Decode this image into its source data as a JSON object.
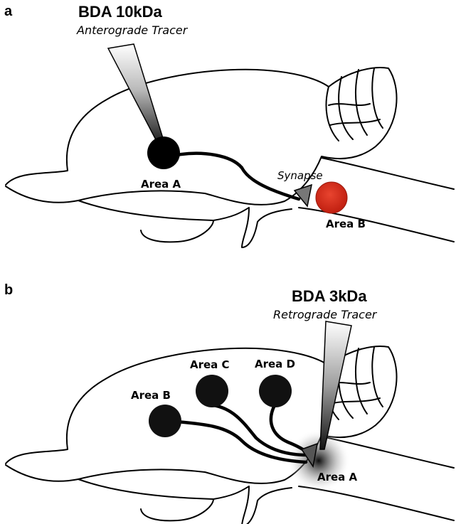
{
  "panel_a": {
    "letter": "a",
    "tracer_title": "BDA 10kDa",
    "tracer_subtitle": "Anterograde Tracer",
    "area_a_label": "Area A",
    "area_b_label": "Area B",
    "synapse_label": "Synapse",
    "area_b_color": "#d42a1a"
  },
  "panel_b": {
    "letter": "b",
    "tracer_title": "BDA 3kDa",
    "tracer_subtitle": "Retrograde Tracer",
    "area_a_label": "Area A",
    "area_b_label": "Area B",
    "area_c_label": "Area C",
    "area_d_label": "Area D"
  }
}
